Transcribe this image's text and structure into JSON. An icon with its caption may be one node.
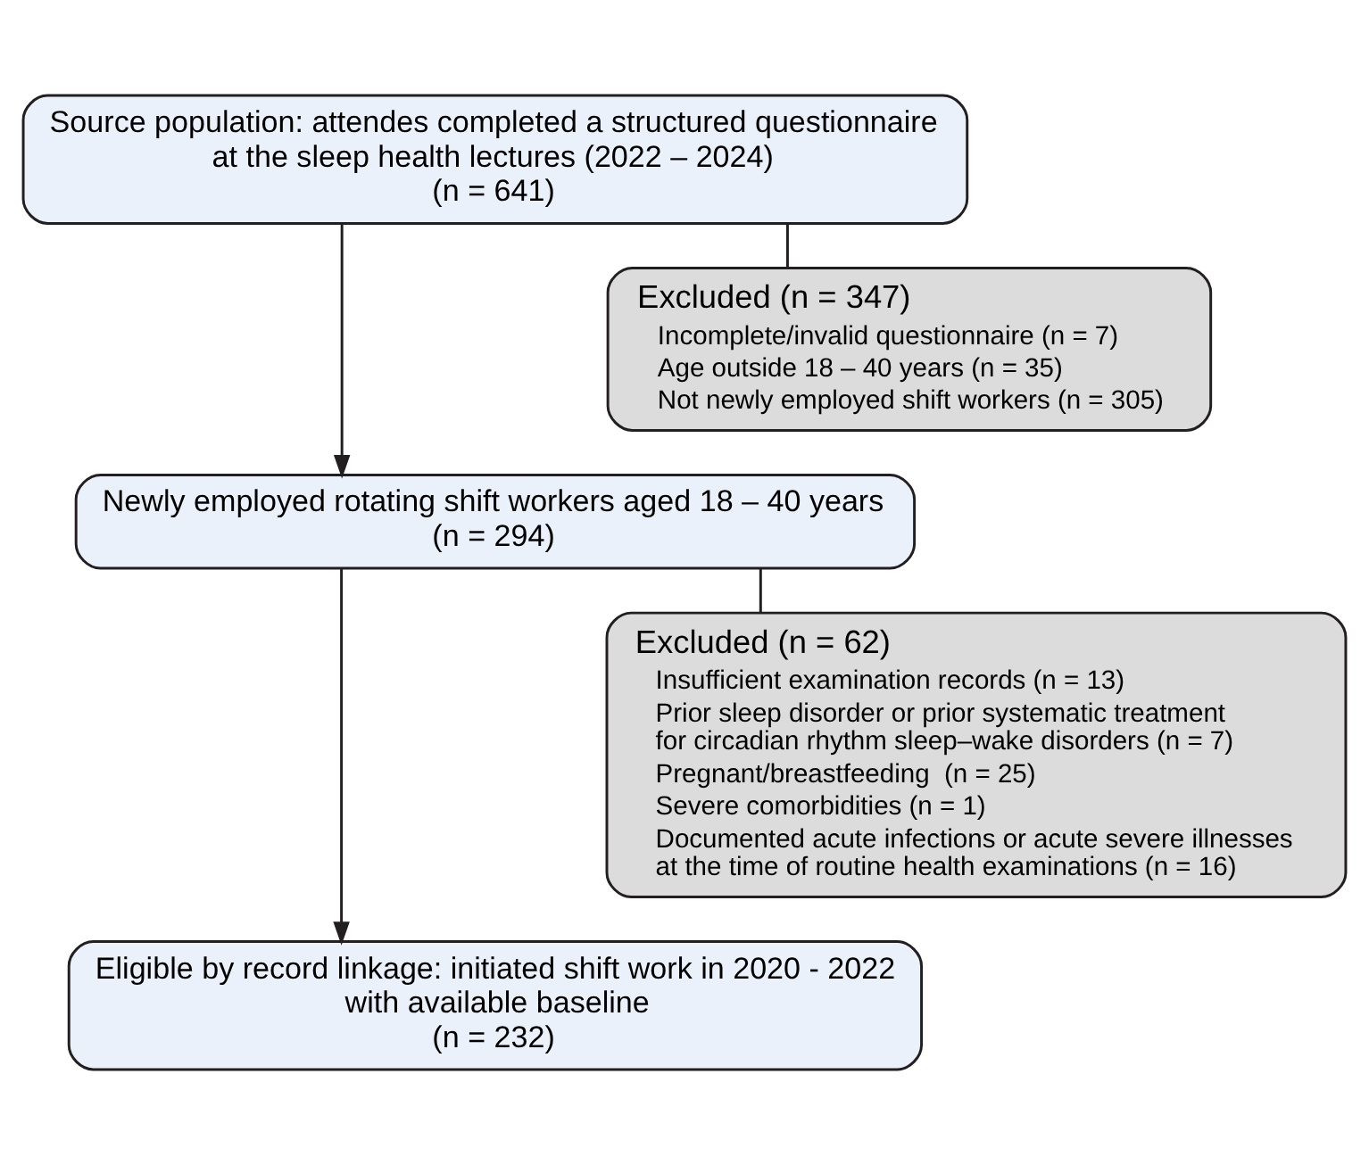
{
  "diagram": {
    "nodes": [
      {
        "text": [
          "Source population: attendes completed a structured questionnaire at the sleep health lectures (2022 – 2024)",
          "(n = 641)"
        ]
      },
      {
        "text": [
          "Excluded (n = 347)",
          "Incomplete/invalid questionnaire (n = 7)",
          "Age outside 18 – 40 years (n = 35)",
          "Not newly employed shift workers (n = 305)"
        ]
      },
      {
        "text": [
          "Newly employed rotating shift workers aged 18 – 40 years",
          "(n = 294)"
        ]
      },
      {
        "text": [
          "Excluded (n = 62)",
          "Insufficient examination records (n = 13)",
          "Prior sleep disorder or prior systematic treatment for circadian rhythm sleep–wake disorders (n = 7)",
          "Pregnant/breastfeeding  (n = 25)",
          "Severe comorbidities (n = 1)",
          "Documented acute infections or acute severe illnesses at the time of routine health examinations (n = 16)"
        ]
      },
      {
        "text": [
          "Eligible by record linkage: initiated shift work in 2020 - 2022 with available baseline",
          "(n = 232)"
        ]
      }
    ],
    "edges": [
      {
        "from": 0,
        "to": 2,
        "arrow": "to"
      },
      {
        "from": 0,
        "to": 1,
        "arrow": "none"
      },
      {
        "from": 2,
        "to": 4,
        "arrow": "to"
      },
      {
        "from": 2,
        "to": 3,
        "arrow": "none"
      }
    ]
  }
}
